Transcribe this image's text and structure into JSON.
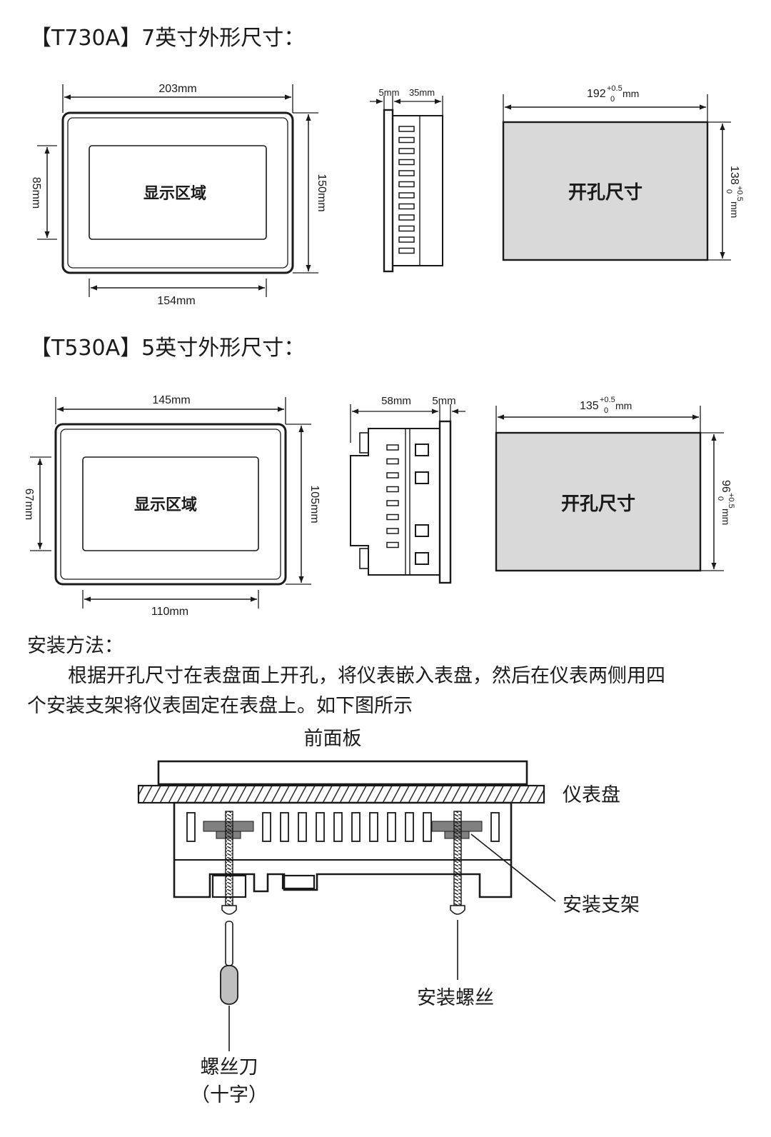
{
  "t730": {
    "heading": "【T730A】7英寸外形尺寸：",
    "front_width": "203mm",
    "front_height": "150mm",
    "screen_width": "154mm",
    "screen_height": "85mm",
    "display_label": "显示区域",
    "side_bezel": "5mm",
    "side_depth": "35mm",
    "cutout_width_base": "192",
    "cutout_height_base": "138",
    "cutout_label": "开孔尺寸"
  },
  "t530": {
    "heading": "【T530A】5英寸外形尺寸：",
    "front_width": "145mm",
    "front_height": "105mm",
    "screen_width": "110mm",
    "screen_height": "67mm",
    "display_label": "显示区域",
    "side_depth": "58mm",
    "side_bezel": "5mm",
    "cutout_width_base": "135",
    "cutout_height_base": "96",
    "cutout_label": "开孔尺寸"
  },
  "tolerance": {
    "upper": "+0.5",
    "lower": "0",
    "unit": "mm"
  },
  "install": {
    "title": "安装方法：",
    "line1": "根据开孔尺寸在表盘面上开孔，将仪表嵌入表盘，然后在仪表两侧用四",
    "line2": "个安装支架将仪表固定在表盘上。如下图所示",
    "front_panel": "前面板",
    "meter_panel": "仪表盘",
    "bracket": "安装支架",
    "screw": "安装螺丝",
    "screwdriver": "螺丝刀",
    "screwdriver_type": "（十字）"
  }
}
